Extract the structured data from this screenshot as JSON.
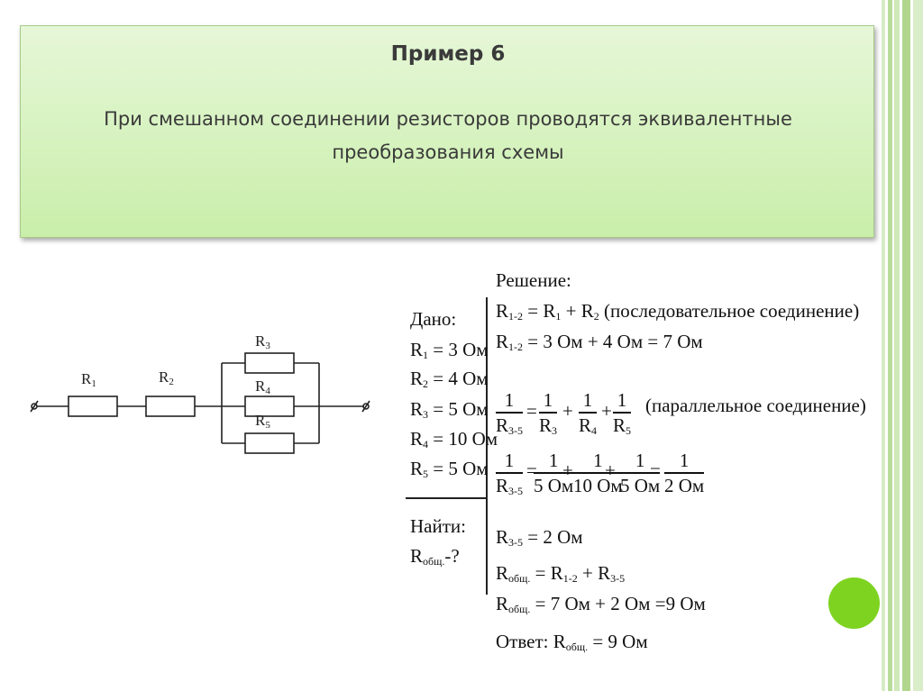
{
  "slide": {
    "heading": "Пример 6",
    "subtitle_line1": "При смешанном соединении резисторов проводятся эквивалентные",
    "subtitle_line2": "преобразования схемы"
  },
  "circuit": {
    "labels": [
      "R1",
      "R2",
      "R3",
      "R4",
      "R5"
    ]
  },
  "given": {
    "title": "Дано:",
    "items": [
      {
        "name": "R",
        "sub": "1",
        "value": " = 3 Ом"
      },
      {
        "name": "R",
        "sub": "2",
        "value": " = 4 Ом"
      },
      {
        "name": "R",
        "sub": "3",
        "value": " = 5 Ом"
      },
      {
        "name": "R",
        "sub": "4",
        "value": " = 10 Ом"
      },
      {
        "name": "R",
        "sub": "5",
        "value": " = 5 Ом"
      }
    ],
    "find_title": "Найти:",
    "find_sub": "общ.",
    "find_tail": "-?"
  },
  "solution": {
    "title": "Решение:",
    "line1_rest": " = R",
    "line1_tail": " + R",
    "line1_note": " (последовательное соединение)",
    "line2_tail": " = 3 Ом + 4 Ом = 7 Ом",
    "parallel_note": "(параллельное соединение)",
    "r35_result": " = 2 Ом",
    "total1": " = R",
    "total1_tail": " + R",
    "total2": " = 7 Ом + 2 Ом =9 Ом",
    "answer_label": "Ответ: R",
    "answer_tail": " = 9 Ом",
    "sub_12": "1-2",
    "sub_35": "3-5",
    "sub_total": "общ.",
    "fractions": {
      "one": "1",
      "om5": "5 Ом",
      "om10": "10 Ом",
      "om2": "2 Ом"
    }
  },
  "colors": {
    "accent_green": "#7ed321",
    "title_bg": "#d3f2b9"
  }
}
